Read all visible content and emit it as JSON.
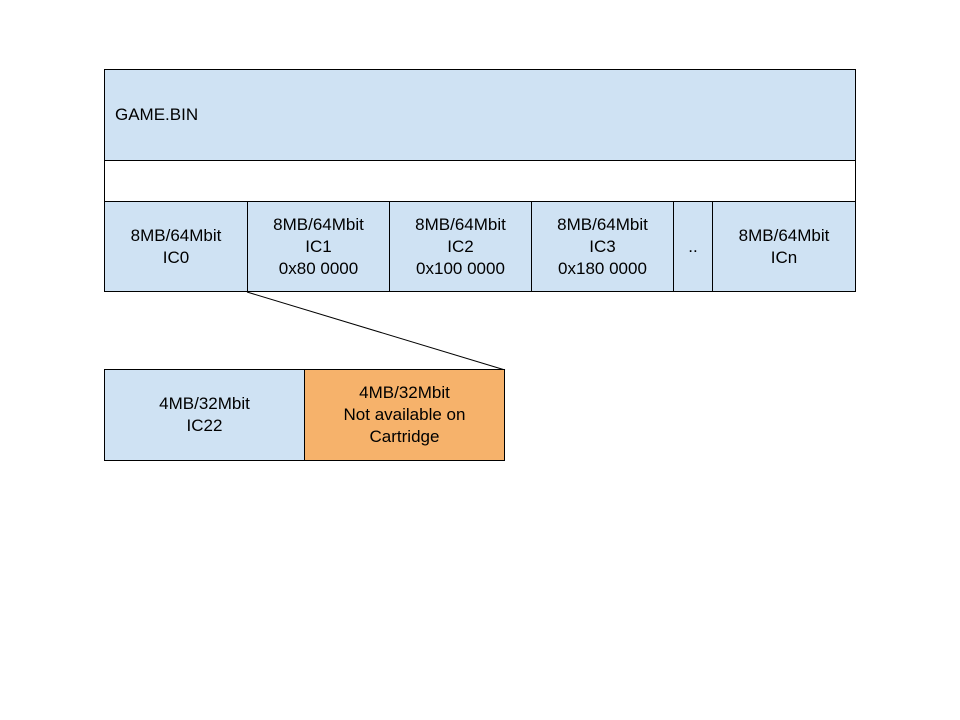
{
  "colors": {
    "blue_fill": "#cfe2f3",
    "orange_fill": "#f6b26b",
    "white_fill": "#ffffff",
    "stroke": "#000000"
  },
  "file": {
    "label": "GAME.BIN"
  },
  "chips": [
    {
      "size": "8MB/64Mbit",
      "name": "IC0",
      "address": ""
    },
    {
      "size": "8MB/64Mbit",
      "name": "IC1",
      "address": "0x80 0000"
    },
    {
      "size": "8MB/64Mbit",
      "name": "IC2",
      "address": "0x100 0000"
    },
    {
      "size": "8MB/64Mbit",
      "name": "IC3",
      "address": "0x180 0000"
    },
    {
      "ellipsis": ".."
    },
    {
      "size": "8MB/64Mbit",
      "name": "ICn",
      "address": ""
    }
  ],
  "detail": {
    "left": {
      "size": "4MB/32Mbit",
      "name": "IC22"
    },
    "right": {
      "size": "4MB/32Mbit",
      "note_line1": "Not available on",
      "note_line2": "Cartridge"
    }
  }
}
